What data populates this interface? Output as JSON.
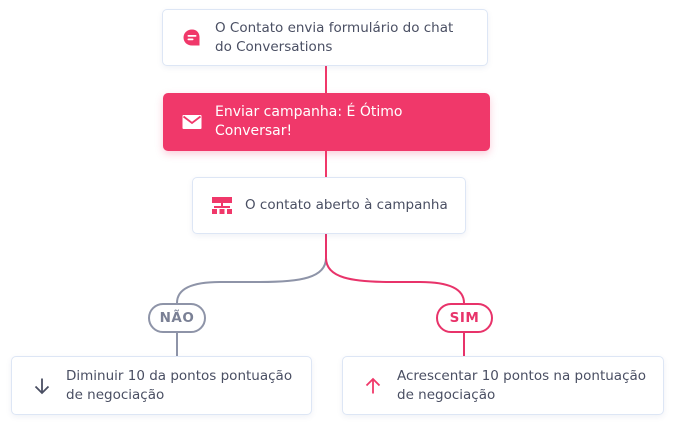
{
  "flow": {
    "trigger": {
      "text": "O Contato envia formulário do chat do Conversations",
      "icon": "chat-bubble-icon"
    },
    "send_campaign": {
      "text": "Enviar campanha: É Ótimo Conversar!",
      "icon": "envelope-icon"
    },
    "condition": {
      "text": "O contato aberto à campanha",
      "icon": "sitemap-icon"
    },
    "branch_no": {
      "label": "NÃO",
      "action_text": "Diminuir 10 da pontos pontuação de negociação",
      "icon": "arrow-down-icon"
    },
    "branch_yes": {
      "label": "SIM",
      "action_text": "Acrescentar 10 pontos na pontuação de negociação",
      "icon": "arrow-up-icon"
    }
  },
  "colors": {
    "accent": "#f0386a",
    "no_branch": "#8e94a8",
    "card_border": "#dde6f5",
    "text": "#4a4f63"
  }
}
